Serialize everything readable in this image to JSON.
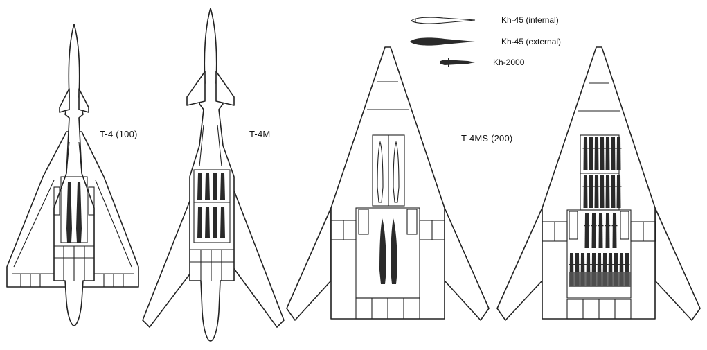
{
  "aircraft": [
    {
      "id": "t4",
      "label": "T-4  (100)"
    },
    {
      "id": "t4m",
      "label": "T-4M"
    },
    {
      "id": "t4ms",
      "label": "T-4MS  (200)"
    }
  ],
  "legend": [
    {
      "id": "kh45-internal",
      "label": "Kh-45 (internal)"
    },
    {
      "id": "kh45-external",
      "label": "Kh-45 (external)"
    },
    {
      "id": "kh2000",
      "label": "Kh-2000"
    }
  ],
  "colors": {
    "line": "#222222",
    "weapon": "#2a2a2a",
    "background": "#ffffff"
  }
}
